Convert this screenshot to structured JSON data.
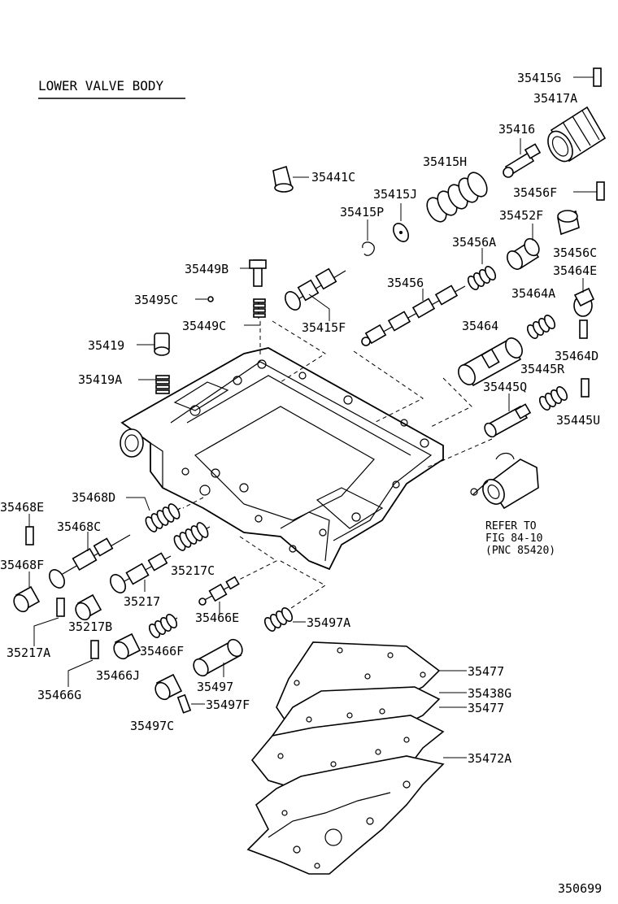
{
  "title": "LOWER VALVE BODY",
  "figure_number": "350699",
  "refer_note": {
    "line1": "REFER TO",
    "line2": "FIG 84-10",
    "line3": "(PNC 85420)"
  },
  "labels": {
    "p35415G": "35415G",
    "p35417A": "35417A",
    "p35416": "35416",
    "p35415H": "35415H",
    "p35441C": "35441C",
    "p35415J": "35415J",
    "p35456F": "35456F",
    "p35415P": "35415P",
    "p35452F": "35452F",
    "p35456A": "35456A",
    "p35456C": "35456C",
    "p35464E": "35464E",
    "p35449B": "35449B",
    "p35456": "35456",
    "p35495C": "35495C",
    "p35464A": "35464A",
    "p35449C": "35449C",
    "p35415F": "35415F",
    "p35464": "35464",
    "p35419": "35419",
    "p35464D": "35464D",
    "p35445R": "35445R",
    "p35419A": "35419A",
    "p35445Q": "35445Q",
    "p35445U": "35445U",
    "p35468E": "35468E",
    "p35468D": "35468D",
    "p35468C": "35468C",
    "p35468F": "35468F",
    "p35217C": "35217C",
    "p35217": "35217",
    "p35466E": "35466E",
    "p35217B": "35217B",
    "p35497A": "35497A",
    "p35217A": "35217A",
    "p35466F": "35466F",
    "p35477_upper": "35477",
    "p35466J": "35466J",
    "p35497": "35497",
    "p35438G": "35438G",
    "p35466G": "35466G",
    "p35497F": "35497F",
    "p35477_lower": "35477",
    "p35497C": "35497C",
    "p35472A": "35472A"
  }
}
